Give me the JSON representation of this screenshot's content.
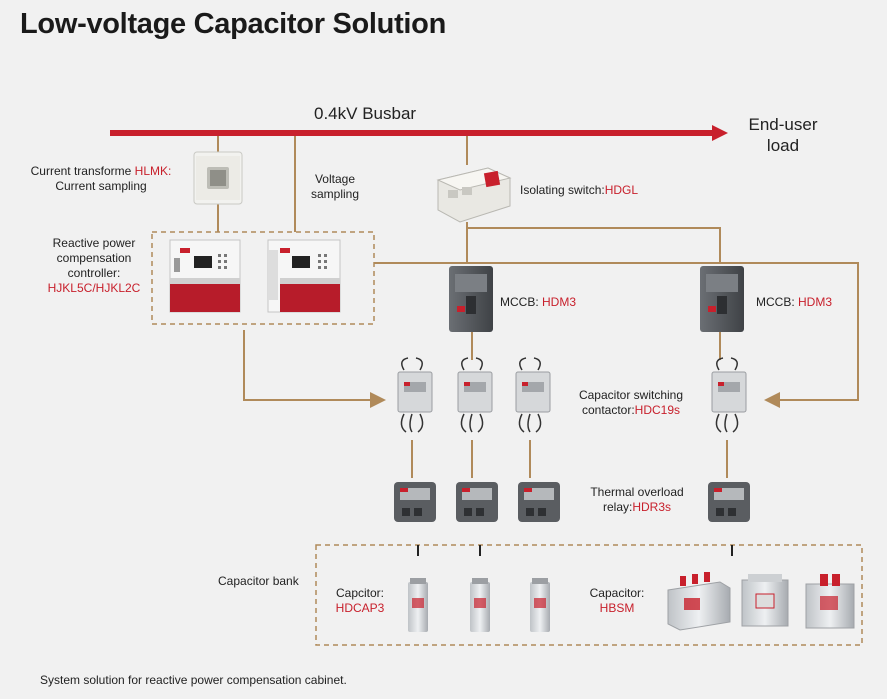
{
  "title": "Low-voltage Capacitor Solution",
  "busbar": {
    "label": "0.4kV Busbar"
  },
  "end_user": {
    "line1": "End-user",
    "line2": "load"
  },
  "ct": {
    "text": "Current transforme",
    "model": "HLMK:",
    "line2": "Current sampling"
  },
  "voltage_sampling": {
    "line1": "Voltage",
    "line2": "sampling"
  },
  "isolating_switch": {
    "text": "Isolating switch:",
    "model": "HDGL"
  },
  "controller": {
    "line1": "Reactive power",
    "line2": "compensation",
    "line3": "controller:",
    "model": "HJKL5C/HJKL2C"
  },
  "mccb_left": {
    "text": "MCCB:",
    "model": "HDM3"
  },
  "mccb_right": {
    "text": "MCCB:",
    "model": "HDM3"
  },
  "contactor": {
    "line1": "Capacitor switching",
    "text": "contactor:",
    "model": "HDC19s"
  },
  "relay": {
    "line1": "Thermal overload",
    "text": "relay:",
    "model": "HDR3s"
  },
  "capacitor_bank": {
    "label": "Capacitor bank"
  },
  "capacitor_hdcap": {
    "line1": "Capcitor:",
    "model": "HDCAP3"
  },
  "capacitor_hbsm": {
    "line1": "Capacitor:",
    "model": "HBSM"
  },
  "caption": "System solution for reactive power compensation cabinet.",
  "colors": {
    "busbar": "#c8202c",
    "wire": "#b08a5a",
    "accent": "#c8202c"
  }
}
